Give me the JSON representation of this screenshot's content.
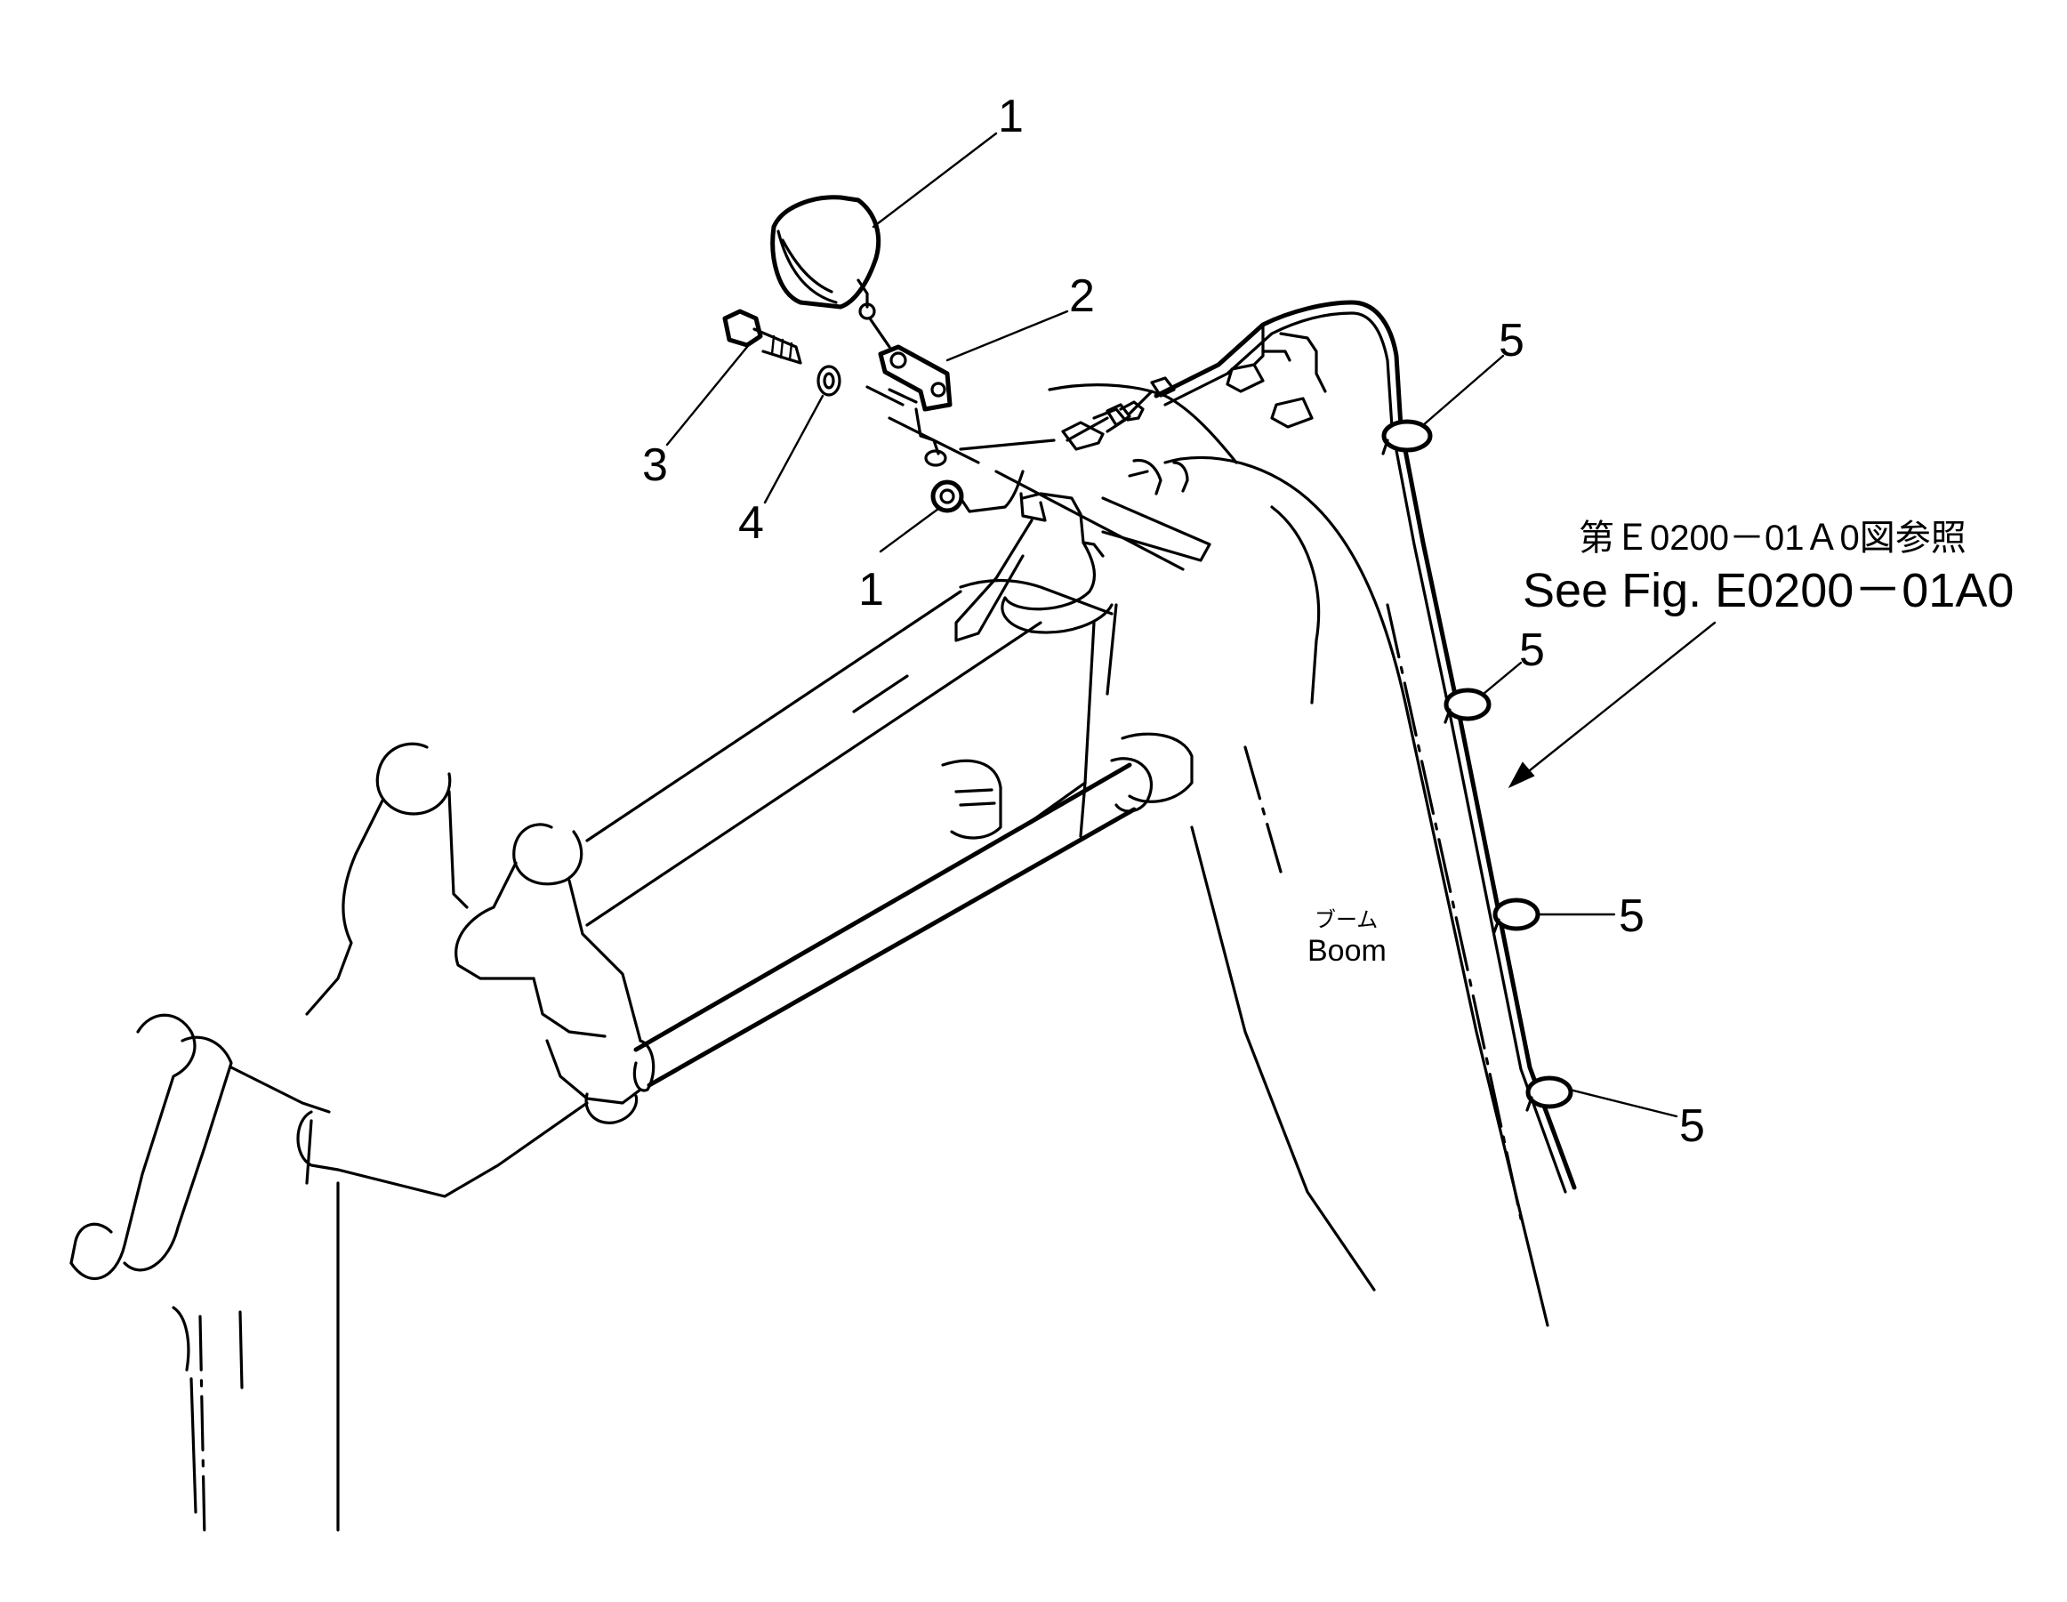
{
  "figure": {
    "reference_jp": "第Ｅ0200－01Ａ0図参照",
    "reference_en": "See Fig. E0200－01A0",
    "boom_label_jp": "ブーム",
    "boom_label_en": "Boom"
  },
  "callouts": [
    {
      "id": "callout-1-top",
      "number": "1"
    },
    {
      "id": "callout-2",
      "number": "2"
    },
    {
      "id": "callout-3",
      "number": "3"
    },
    {
      "id": "callout-4",
      "number": "4"
    },
    {
      "id": "callout-1-lower",
      "number": "1"
    },
    {
      "id": "callout-5-a",
      "number": "5"
    },
    {
      "id": "callout-5-b",
      "number": "5"
    },
    {
      "id": "callout-5-c",
      "number": "5"
    },
    {
      "id": "callout-5-d",
      "number": "5"
    }
  ]
}
